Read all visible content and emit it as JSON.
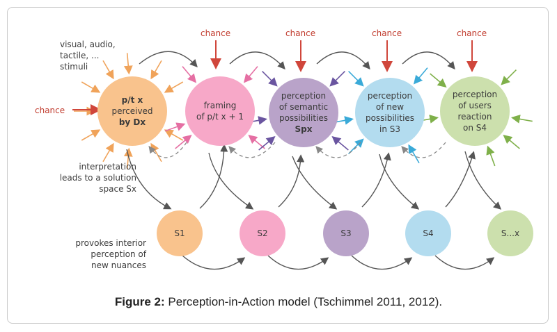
{
  "figure": {
    "caption_label": "Figure 2:",
    "caption_text": " Perception-in-Action model (Tschimmel 2011, 2012)."
  },
  "top_nodes": [
    {
      "lines": [
        "p/t x",
        "perceived",
        "by Dx"
      ],
      "bold_lines": [
        0,
        2
      ],
      "color": "#f9c38d"
    },
    {
      "lines": [
        "framing",
        "of p/t x + 1"
      ],
      "bold_lines": [],
      "color": "#f7a8c8"
    },
    {
      "lines": [
        "perception",
        "of semantic",
        "possibilities",
        "Spx"
      ],
      "bold_lines": [
        3
      ],
      "color": "#b9a3c9"
    },
    {
      "lines": [
        "perception",
        "of new",
        "possibilities",
        "in S3"
      ],
      "bold_lines": [],
      "color": "#b3dcef"
    },
    {
      "lines": [
        "perception",
        "of users",
        "reaction",
        "on S4"
      ],
      "bold_lines": [],
      "color": "#cce0ad"
    }
  ],
  "bottom_nodes": [
    {
      "label": "S1",
      "color": "#f9c38d"
    },
    {
      "label": "S2",
      "color": "#f7a8c8"
    },
    {
      "label": "S3",
      "color": "#b9a3c9"
    },
    {
      "label": "S4",
      "color": "#b3dcef"
    },
    {
      "label": "S...x",
      "color": "#cce0ad"
    }
  ],
  "chance_label": "chance",
  "stimuli_lines": [
    "visual, audio,",
    "tactile, ...",
    "stimuli"
  ],
  "interpretation_lines": [
    "interpretation",
    "leads to a solution",
    "space Sx"
  ],
  "provokes_lines": [
    "provokes interior",
    "perception of",
    "new nuances"
  ],
  "colors": {
    "chance_arrow": "#d0463b",
    "stimuli_arrow": "#f0a35a",
    "flow_arrow": "#555555",
    "dashed_arrow": "#888888"
  }
}
